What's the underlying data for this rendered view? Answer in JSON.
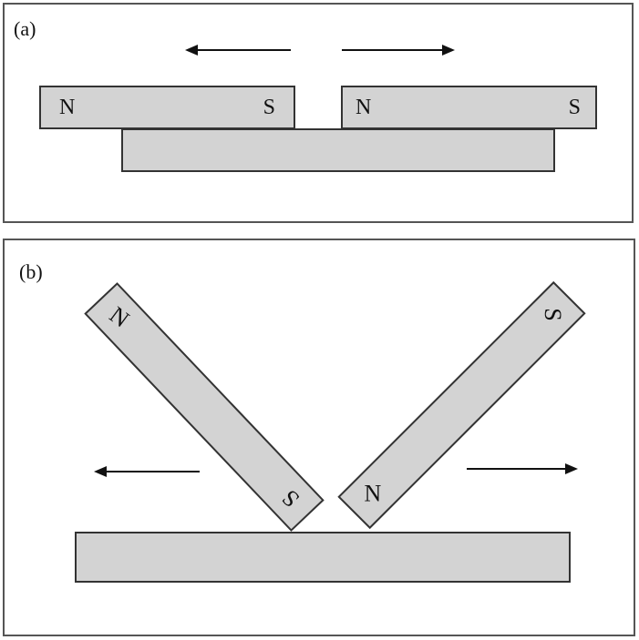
{
  "panel_a": {
    "label": "(a)",
    "magnet_left": {
      "left_pole": "N",
      "right_pole": "S"
    },
    "magnet_right": {
      "left_pole": "N",
      "right_pole": "S"
    }
  },
  "panel_b": {
    "label": "(b)",
    "magnet_left": {
      "top_pole": "N",
      "bottom_pole": "S"
    },
    "magnet_right": {
      "top_pole": "S",
      "bottom_pole": "N"
    }
  },
  "colors": {
    "magnet_fill": "#d3d3d3",
    "border": "#333333",
    "arrow": "#111111"
  }
}
